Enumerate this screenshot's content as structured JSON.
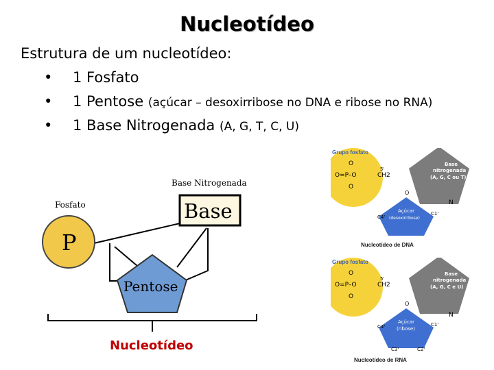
{
  "title": "Nucleotídeo",
  "intro": "Estrutura de um nucleotídeo:",
  "bullets": [
    {
      "main": "1 Fosfato",
      "detail": ""
    },
    {
      "main": "1 Pentose",
      "detail": "(açúcar – desoxirribose no DNA e ribose no RNA)"
    },
    {
      "main": "1 Base Nitrogenada",
      "detail": "(A, G, T, C, U)"
    }
  ],
  "diagram": {
    "phosphate_label": "Fosfato",
    "phosphate_symbol": "P",
    "base_header": "Base Nitrogenada",
    "base_text": "Base",
    "pentose_text": "Pentose",
    "caption": "Nucleotídeo",
    "colors": {
      "phosphate": "#f2c84b",
      "pentose": "#6f9bd4",
      "caption": "#c00000"
    }
  },
  "dna_panel": {
    "group_label": "Grupo fosfato",
    "phosphate_formula": [
      "O",
      "O=P–O",
      "O"
    ],
    "c5": "5'",
    "ch2": "CH2",
    "oxygen": "O",
    "n": "N",
    "base_lines": [
      "Base",
      "nitrogenada",
      "(A, G, C ou T)"
    ],
    "sugar_lines": [
      "Açúcar",
      "(desoxirribose)"
    ],
    "c4": "C4'",
    "c1": "C1'",
    "caption": "Nucleotídeo de DNA"
  },
  "rna_panel": {
    "group_label": "Grupo fosfato",
    "phosphate_formula": [
      "O",
      "O=P–O",
      "O"
    ],
    "c5": "5'",
    "ch2": "CH2",
    "oxygen": "O",
    "n": "N",
    "base_lines": [
      "Base",
      "nitrogenada",
      "(A, G, C e U)"
    ],
    "sugar_lines": [
      "Açúcar",
      "(ribose)"
    ],
    "c4": "C4'",
    "c1": "C1'",
    "c3": "C3'",
    "c2": "C2'",
    "caption": "Nucleotídeo de RNA"
  }
}
